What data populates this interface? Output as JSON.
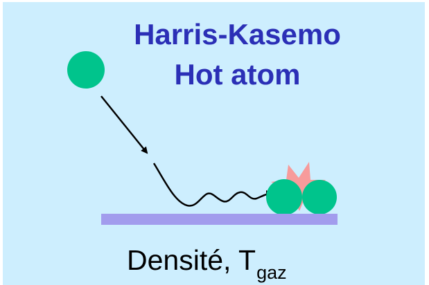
{
  "title": {
    "line1": "Harris-Kasemo",
    "line2": "Hot atom"
  },
  "caption": {
    "main": "Densité, T",
    "subscript": "gaz"
  },
  "colors": {
    "background": "#cdeefe",
    "title": "#2b2fb6",
    "atom": "#00c48c",
    "surface": "#a29ced",
    "collision_burst": "#f79b9b",
    "arrow": "#000000"
  }
}
